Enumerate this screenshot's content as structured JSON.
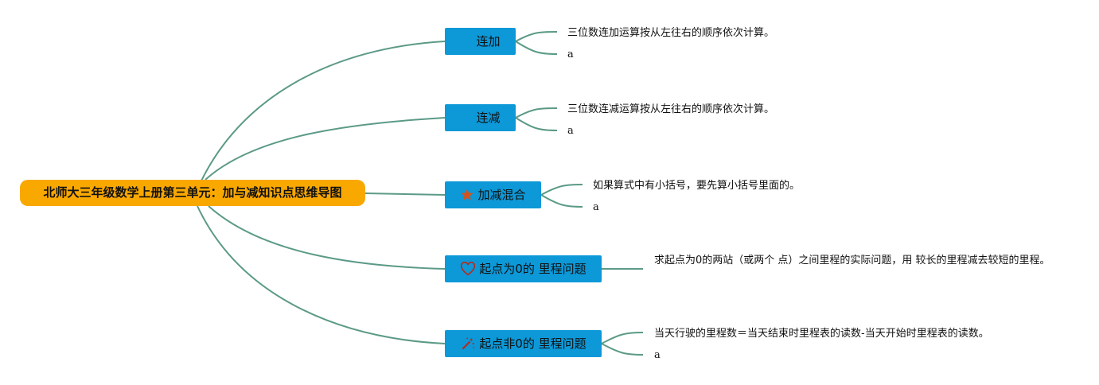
{
  "root": {
    "title": "北师大三年级数学上册第三单元：加与减知识点思维导图"
  },
  "line_color": "#5b9a87",
  "root_color": "#f9a800",
  "node_color": "#0d98d8",
  "branches": [
    {
      "label": "连加",
      "icon": "blank-icon",
      "notes": [
        "三位数连加运算按从左往右的顺序依次计算。"
      ],
      "mark": "a"
    },
    {
      "label": "连减",
      "icon": "blank-icon",
      "notes": [
        "三位数连减运算按从左往右的顺序依次计算。"
      ],
      "mark": "a"
    },
    {
      "label": "加减混合",
      "icon": "star-icon",
      "notes": [
        "如果算式中有小括号，要先算小括号里面的。"
      ],
      "mark": "a"
    },
    {
      "label": "起点为0的 里程问题",
      "icon": "heart-icon",
      "notes": [
        "求起点为0的两站（或两个 点）之间里程的实际问题，用 较长的里程减去较短的里程。"
      ]
    },
    {
      "label": "起点非0的 里程问题",
      "icon": "magic-wand-icon",
      "notes": [
        "当天行驶的里程数＝当天结束时里程表的读数-当天开始时里程表的读数。"
      ],
      "mark": "a"
    }
  ]
}
